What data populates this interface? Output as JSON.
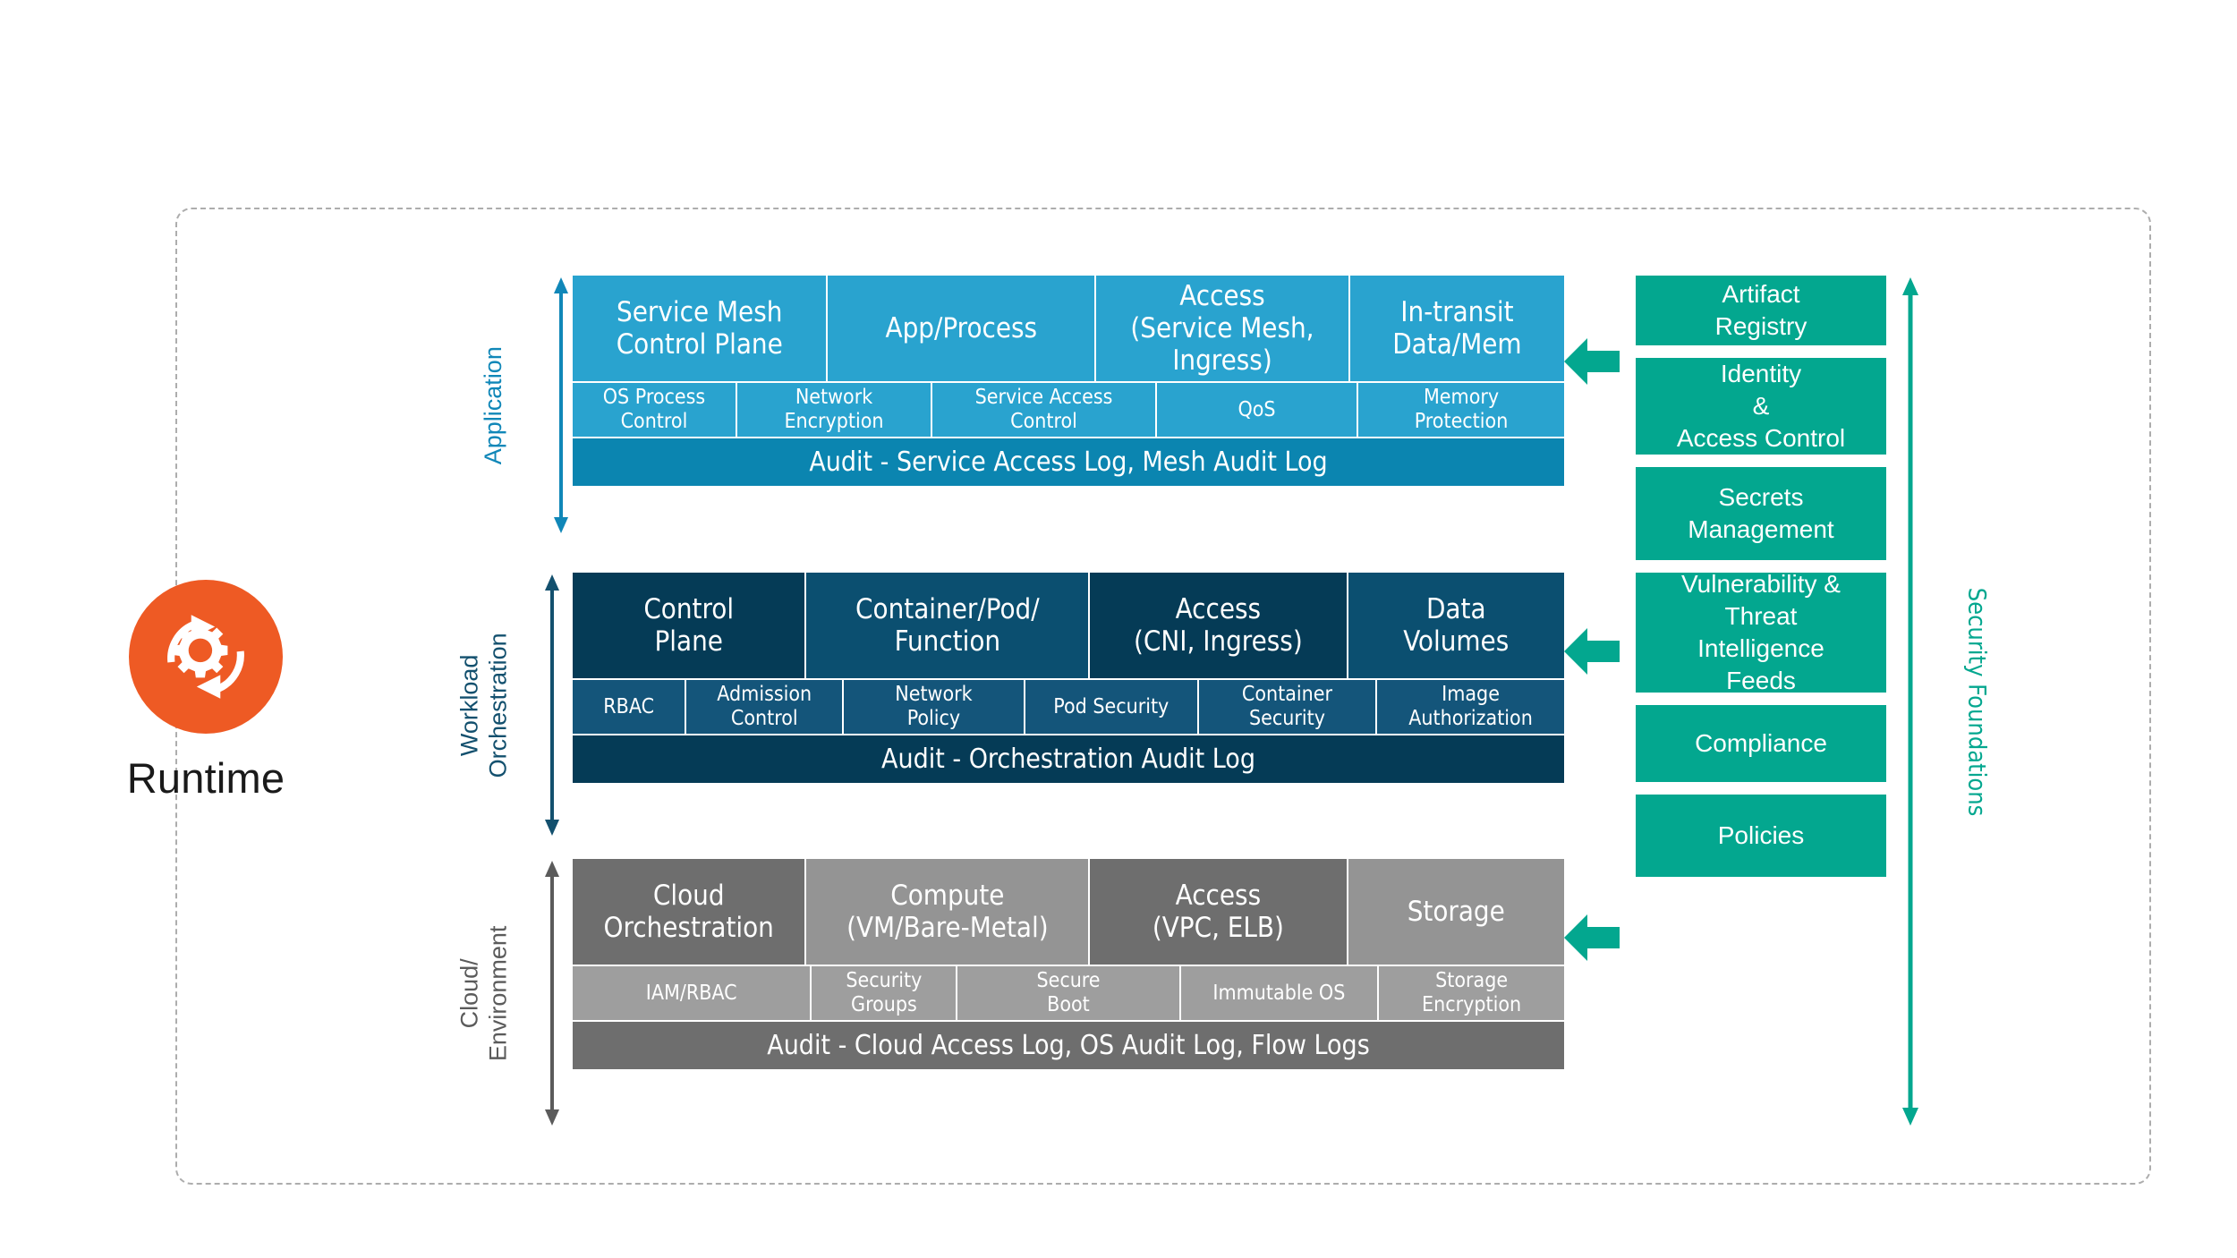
{
  "runtime": {
    "label": "Runtime",
    "icon": "gear-refresh-icon",
    "color": "#EE5A24"
  },
  "foundations_axis": {
    "label": "Security Foundations",
    "color": "#03A78F"
  },
  "layers": [
    {
      "id": "application",
      "axis_label": "Application",
      "axis_color": "#1087B8",
      "fill": "#29A3CF",
      "audit_fill": "#0B85B0",
      "main_cells": [
        {
          "label": "Service Mesh\nControl Plane",
          "width": 16.0
        },
        {
          "label": "App/Process",
          "width": 16.8
        },
        {
          "label": "Access\n(Service Mesh,\nIngress)",
          "width": 15.9
        },
        {
          "label": "In-transit\nData/Mem",
          "width": 13.5
        }
      ],
      "sub_cells": [
        {
          "label": "OS Process\nControl",
          "width": 10.6
        },
        {
          "label": "Network\nEncryption",
          "width": 12.6
        },
        {
          "label": "Service Access\nControl",
          "width": 14.5
        },
        {
          "label": "QoS",
          "width": 13.0
        },
        {
          "label": "Memory\nProtection",
          "width": 13.4
        }
      ],
      "audit": "Audit - Service Access Log, Mesh Audit Log"
    },
    {
      "id": "workload",
      "axis_label": "Workload\nOrchestration",
      "axis_color": "#13506E",
      "fill": "#053B56",
      "fill_alt": "#0B4F70",
      "audit_fill": "#053B56",
      "main_cells": [
        {
          "label": "Control\nPlane",
          "width": 14.5,
          "alt": false
        },
        {
          "label": "Container/Pod/\nFunction",
          "width": 17.6,
          "alt": true
        },
        {
          "label": "Access\n(CNI, Ingress)",
          "width": 16.0,
          "alt": false
        },
        {
          "label": "Data\nVolumes",
          "width": 13.5,
          "alt": true
        }
      ],
      "sub_cells": [
        {
          "label": "RBAC",
          "width": 7.5
        },
        {
          "label": "Admission\nControl",
          "width": 10.4
        },
        {
          "label": "Network\nPolicy",
          "width": 12.0
        },
        {
          "label": "Pod Security",
          "width": 11.5
        },
        {
          "label": "Container\nSecurity",
          "width": 11.8
        },
        {
          "label": "Image\nAuthorization",
          "width": 12.5
        }
      ],
      "audit": "Audit - Orchestration Audit Log"
    },
    {
      "id": "cloud",
      "axis_label": "Cloud/\nEnvironment",
      "axis_color": "#5b5b5b",
      "fill": "#6E6E6E",
      "fill_alt": "#949494",
      "audit_fill": "#6E6E6E",
      "main_cells": [
        {
          "label": "Cloud\nOrchestration",
          "width": 14.5,
          "alt": false
        },
        {
          "label": "Compute\n(VM/Bare-Metal)",
          "width": 17.6,
          "alt": true
        },
        {
          "label": "Access\n(VPC, ELB)",
          "width": 16.0,
          "alt": false
        },
        {
          "label": "Storage",
          "width": 13.5,
          "alt": true
        }
      ],
      "sub_cells": [
        {
          "label": "IAM/RBAC",
          "width": 14.5
        },
        {
          "label": "Security\nGroups",
          "width": 8.8
        },
        {
          "label": "Secure\nBoot",
          "width": 13.5
        },
        {
          "label": "Immutable OS",
          "width": 12.0
        },
        {
          "label": "Storage\nEncryption",
          "width": 11.3
        }
      ],
      "audit": "Audit - Cloud Access Log, OS Audit Log, Flow Logs"
    }
  ],
  "foundations": {
    "arrow_color": "#03A78F",
    "boxes": [
      {
        "label": "Artifact\nRegistry",
        "height": 78
      },
      {
        "label": "Identity\n&\nAccess Control",
        "height": 108
      },
      {
        "label": "Secrets\nManagement",
        "height": 104
      },
      {
        "label": "Vulnerability &\nThreat\nIntelligence\nFeeds",
        "height": 134
      },
      {
        "label": "Compliance",
        "height": 86
      },
      {
        "label": "Policies",
        "height": 92
      }
    ]
  }
}
